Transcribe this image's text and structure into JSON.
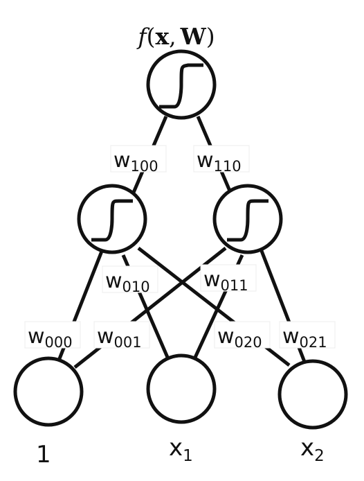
{
  "output": {
    "func": "f",
    "open": "(",
    "x": "x",
    "comma": ",",
    "W": "W",
    "close": ")"
  },
  "weights": [
    {
      "base": "w",
      "sub": "100"
    },
    {
      "base": "w",
      "sub": "110"
    },
    {
      "base": "w",
      "sub": "010"
    },
    {
      "base": "w",
      "sub": "011"
    },
    {
      "base": "w",
      "sub": "000"
    },
    {
      "base": "w",
      "sub": "001"
    },
    {
      "base": "w",
      "sub": "020"
    },
    {
      "base": "w",
      "sub": "021"
    }
  ],
  "inputs": [
    {
      "base": "1",
      "sub": ""
    },
    {
      "base": "x",
      "sub": "1"
    },
    {
      "base": "x",
      "sub": "2"
    }
  ]
}
